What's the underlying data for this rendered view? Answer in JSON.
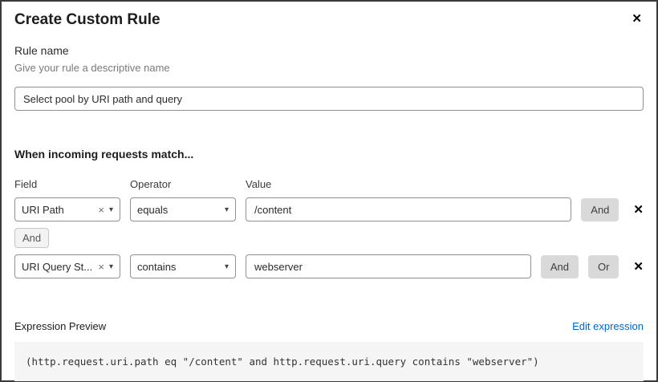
{
  "colors": {
    "link": "#0066cc",
    "button_bg": "#d9d9d9",
    "code_bg": "#f5f5f5",
    "input_border": "#919191"
  },
  "icons": {
    "close": "✕",
    "chevron": "▾",
    "remove": "×",
    "delete": "✕"
  },
  "dialog": {
    "title": "Create Custom Rule"
  },
  "rule_name": {
    "label": "Rule name",
    "hint": "Give your rule a descriptive name",
    "value": "Select pool by URI path and query"
  },
  "match": {
    "heading": "When incoming requests match...",
    "columns": {
      "field": "Field",
      "operator": "Operator",
      "value": "Value"
    },
    "connector_label": "And",
    "rows": [
      {
        "field": "URI Path",
        "operator": "equals",
        "value": "/content",
        "and_label": "And"
      },
      {
        "field": "URI Query St...",
        "operator": "contains",
        "value": "webserver",
        "and_label": "And",
        "or_label": "Or"
      }
    ]
  },
  "expression": {
    "label": "Expression Preview",
    "edit_link": "Edit expression",
    "code": "(http.request.uri.path eq \"/content\" and http.request.uri.query contains \"webserver\")"
  }
}
